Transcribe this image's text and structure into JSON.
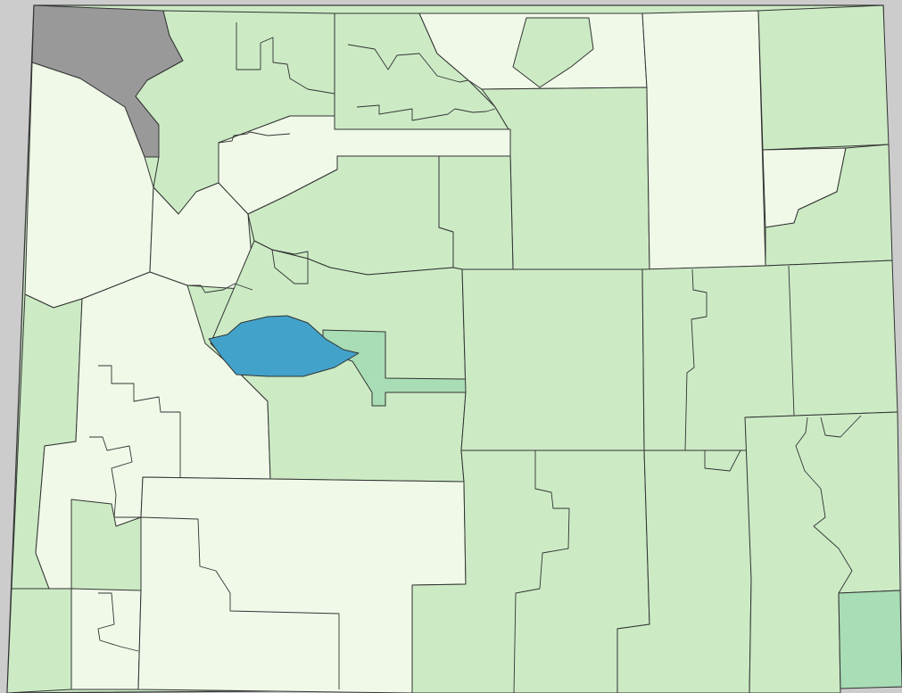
{
  "palette": {
    "background": "#cccccc",
    "no_data": "#999999",
    "lightest": "#f0f9e8",
    "light": "#ccebc5",
    "medium": "#a8ddb5",
    "highlight": "#43a2ca",
    "border": "#333333"
  },
  "regions": [
    {
      "id": "yellowstone",
      "level": "no_data"
    },
    {
      "id": "wnw-upper",
      "level": "light"
    },
    {
      "id": "nw-mid",
      "level": "light"
    },
    {
      "id": "n-center-a",
      "level": "light"
    },
    {
      "id": "n-center-b",
      "level": "lightest"
    },
    {
      "id": "n-center-c",
      "level": "light"
    },
    {
      "id": "n-east-strip",
      "level": "lightest"
    },
    {
      "id": "ne-corner",
      "level": "light"
    },
    {
      "id": "ne-middle",
      "level": "lightest"
    },
    {
      "id": "ne-lower",
      "level": "light"
    },
    {
      "id": "w-strip",
      "level": "lightest"
    },
    {
      "id": "w-upper-mid",
      "level": "lightest"
    },
    {
      "id": "center-north",
      "level": "lightest"
    },
    {
      "id": "center-mid",
      "level": "light"
    },
    {
      "id": "center-east",
      "level": "light"
    },
    {
      "id": "east-center",
      "level": "light"
    },
    {
      "id": "east-far",
      "level": "light"
    },
    {
      "id": "w-lower",
      "level": "light"
    },
    {
      "id": "w-big",
      "level": "lightest"
    },
    {
      "id": "sw-corner",
      "level": "light"
    },
    {
      "id": "sw-south",
      "level": "lightest"
    },
    {
      "id": "south-center",
      "level": "lightest"
    },
    {
      "id": "south-mid",
      "level": "light"
    },
    {
      "id": "south-east",
      "level": "light"
    },
    {
      "id": "se-inner",
      "level": "light"
    },
    {
      "id": "se-corner",
      "level": "medium"
    },
    {
      "id": "center-medium",
      "level": "medium"
    },
    {
      "id": "center-highlight",
      "level": "highlight"
    }
  ]
}
